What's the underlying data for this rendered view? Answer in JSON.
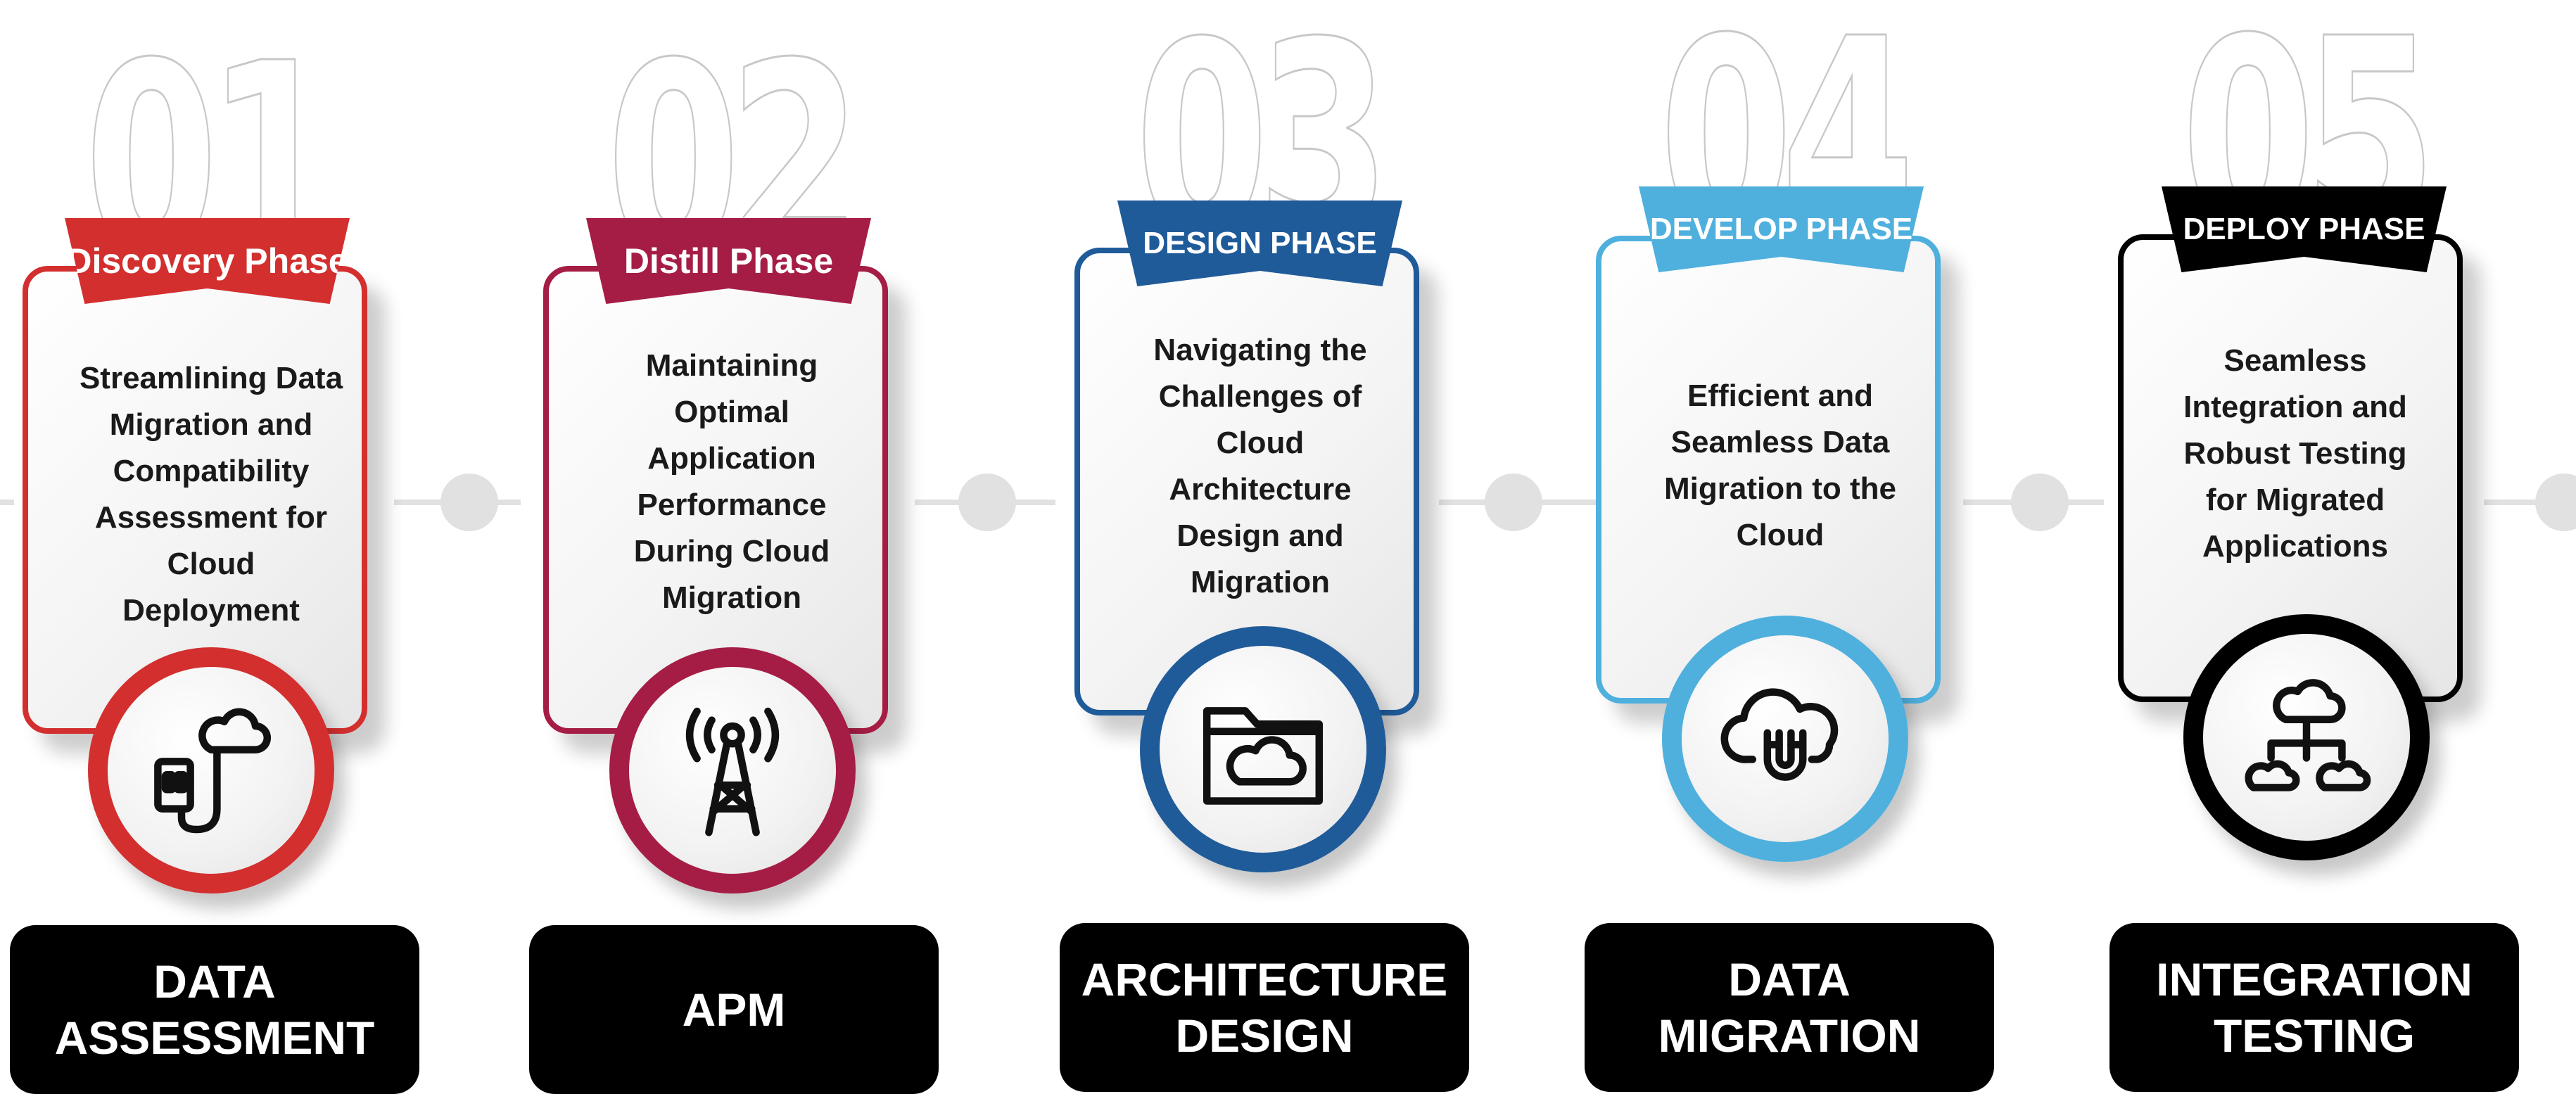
{
  "phases": [
    {
      "number": "01",
      "banner": "Discovery Phase",
      "description": "Streamlining Data Migration and Compatibility Assessment for Cloud Deployment",
      "label": "DATA\nASSESSMENT",
      "color": "#d32f2f",
      "icon": "plug-cloud-icon"
    },
    {
      "number": "02",
      "banner": "Distill Phase",
      "description": "Maintaining Optimal Application Performance During Cloud Migration",
      "label": "APM",
      "color": "#a51d45",
      "icon": "signal-tower-icon"
    },
    {
      "number": "03",
      "banner": "DESIGN PHASE",
      "description": "Navigating the Challenges of Cloud Architecture Design and Migration",
      "label": "ARCHITECTURE\nDESIGN",
      "color": "#1f5b99",
      "icon": "cloud-folder-icon"
    },
    {
      "number": "04",
      "banner": "DEVELOP PHASE",
      "description": "Efficient and Seamless Data Migration to the Cloud",
      "label": "DATA\nMIGRATION",
      "color": "#4fb0de",
      "icon": "cloud-magnet-icon"
    },
    {
      "number": "05",
      "banner": "DEPLOY PHASE",
      "description": "Seamless Integration and Robust Testing for Migrated Applications",
      "label": "INTEGRATION\nTESTING",
      "color": "#000000",
      "icon": "cloud-network-icon"
    }
  ]
}
